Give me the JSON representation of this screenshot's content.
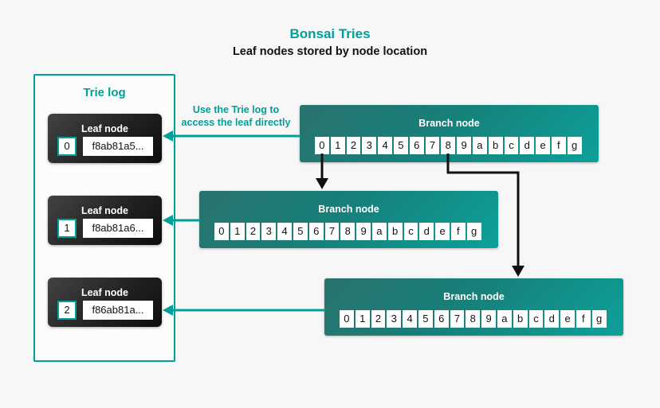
{
  "header": {
    "title": "Bonsai Tries",
    "subtitle": "Leaf nodes stored by node location"
  },
  "colors": {
    "teal": "#00a099",
    "arrow_black": "#111111",
    "leaf_dark": "#0d0d0d",
    "background": "#f7f7f7"
  },
  "trie_log": {
    "title": "Trie log",
    "leaves": [
      {
        "label": "Leaf node",
        "index": "0",
        "hash": "f8ab81a5..."
      },
      {
        "label": "Leaf node",
        "index": "1",
        "hash": "f8ab81a6..."
      },
      {
        "label": "Leaf node",
        "index": "2",
        "hash": "f86ab81a..."
      }
    ]
  },
  "annotation": "Use the Trie log to access the leaf directly",
  "branch_nodes": [
    {
      "label": "Branch node",
      "cells": [
        "0",
        "1",
        "2",
        "3",
        "4",
        "5",
        "6",
        "7",
        "8",
        "9",
        "a",
        "b",
        "c",
        "d",
        "e",
        "f",
        "g"
      ]
    },
    {
      "label": "Branch node",
      "cells": [
        "0",
        "1",
        "2",
        "3",
        "4",
        "5",
        "6",
        "7",
        "8",
        "9",
        "a",
        "b",
        "c",
        "d",
        "e",
        "f",
        "g"
      ]
    },
    {
      "label": "Branch node",
      "cells": [
        "0",
        "1",
        "2",
        "3",
        "4",
        "5",
        "6",
        "7",
        "8",
        "9",
        "a",
        "b",
        "c",
        "d",
        "e",
        "f",
        "g"
      ]
    }
  ]
}
